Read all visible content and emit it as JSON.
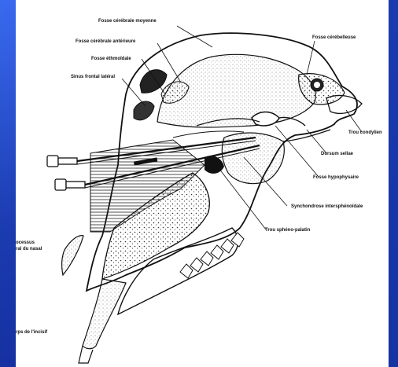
{
  "labels": {
    "fosse_cerebrale_moyenne": "Fosse cérébrale moyenne",
    "fosse_cerebrale_anterieure": "Fosse cérébrale antérieure",
    "fosse_ethmoidale": "Fosse éthmoïdale",
    "sinus_frontal_lateral": "Sinus frontal latéral",
    "fosse_cerebelleuse": "Fosse cérébelleuse",
    "trou_condylien": "Trou condylien",
    "dorsum_sellae": "Dorsum sellae",
    "fosse_hypophysaire": "Fosse hypophysaire",
    "synchondrose": "Synchondrose intersphénoïdale",
    "trou_spheno_palatin": "Trou sphéno-palatin",
    "processus_line1": "ocessus",
    "processus_line2": "ral du nasal",
    "corps_incisif": "rps de l'incisif"
  },
  "colors": {
    "slide_background": "#1d3fb8",
    "figure_background": "#ffffff",
    "ink": "#111111"
  }
}
